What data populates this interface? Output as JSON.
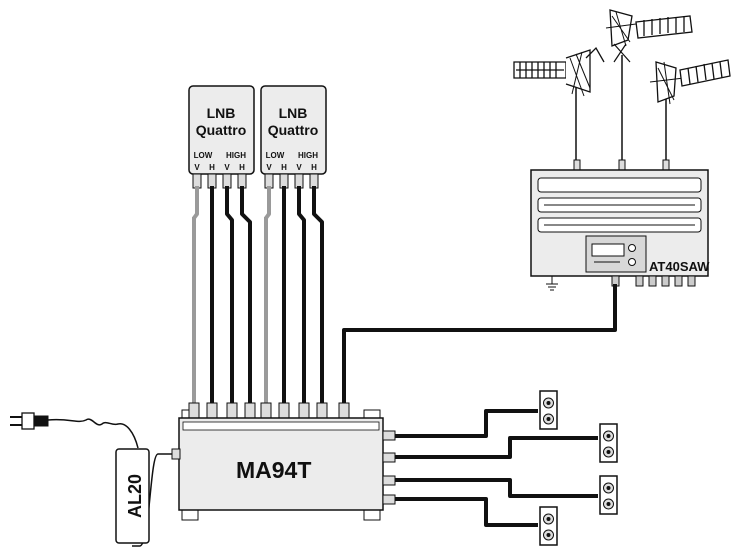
{
  "lnb_units": [
    {
      "title_line1": "LNB",
      "title_line2": "Quattro",
      "band_low": "LOW",
      "band_high": "HIGH",
      "ports": [
        "V",
        "H",
        "V",
        "H"
      ]
    },
    {
      "title_line1": "LNB",
      "title_line2": "Quattro",
      "band_low": "LOW",
      "band_high": "HIGH",
      "ports": [
        "V",
        "H",
        "V",
        "H"
      ]
    }
  ],
  "terrestrial_amplifier": {
    "label": "AT40SAW"
  },
  "multiswitch": {
    "label": "MA94T"
  },
  "power_supply": {
    "label": "AL20"
  },
  "colors": {
    "line": "#111111",
    "dashed_cable": "#9a9a9a",
    "device_fill": "#ececec",
    "panel_fill": "#d8d8d8"
  }
}
